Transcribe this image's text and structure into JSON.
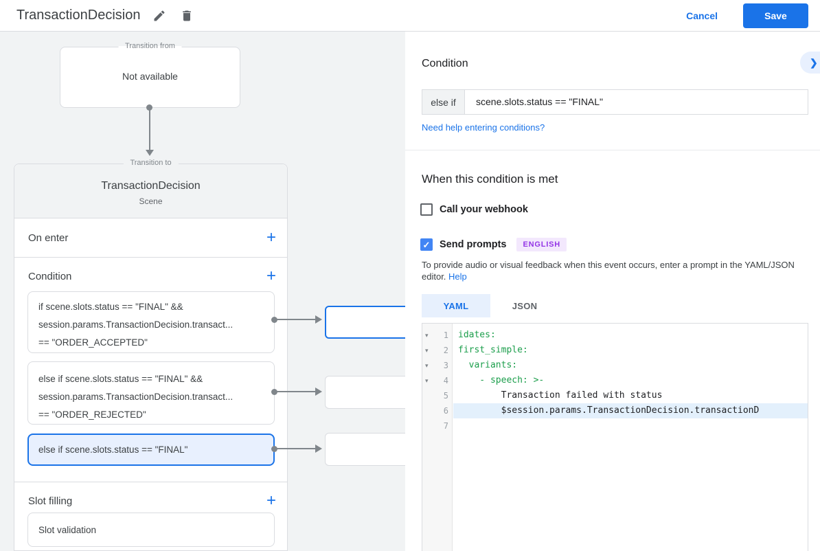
{
  "colors": {
    "accent_blue": "#1a73e8",
    "checkbox_blue": "#4285f4",
    "selected_card_bg": "#e8f0fe",
    "badge_bg": "#f3e8fd",
    "badge_text": "#9334e6",
    "code_green": "#1b9e4b",
    "border_gray": "#dadce0",
    "canvas_bg": "#f1f3f4"
  },
  "topbar": {
    "title": "TransactionDecision",
    "cancel_label": "Cancel",
    "save_label": "Save"
  },
  "flow": {
    "from": {
      "legend": "Transition from",
      "content": "Not available"
    },
    "to": {
      "legend": "Transition to",
      "title": "TransactionDecision",
      "subtitle": "Scene",
      "on_enter_label": "On enter",
      "condition_label": "Condition",
      "cards": [
        {
          "lines": [
            "if scene.slots.status == \"FINAL\" &&",
            "session.params.TransactionDecision.transact...",
            "== \"ORDER_ACCEPTED\""
          ],
          "selected": false
        },
        {
          "lines": [
            "else if scene.slots.status == \"FINAL\" &&",
            "session.params.TransactionDecision.transact...",
            "== \"ORDER_REJECTED\""
          ],
          "selected": false
        },
        {
          "lines": [
            "else if scene.slots.status == \"FINAL\""
          ],
          "selected": true
        }
      ],
      "slot_filling_label": "Slot filling",
      "slot_card_label": "Slot validation"
    }
  },
  "panel": {
    "heading": "Condition",
    "condition_row": {
      "prefix": "else if",
      "value": "scene.slots.status == \"FINAL\""
    },
    "help_link": "Need help entering conditions?",
    "when_heading": "When this condition is met",
    "webhook": {
      "label": "Call your webhook",
      "checked": false
    },
    "send_prompts": {
      "label": "Send prompts",
      "checked": true,
      "badge": "ENGLISH"
    },
    "description": "To provide audio or visual feedback when this event occurs, enter a prompt in the YAML/JSON editor.",
    "description_help": "Help",
    "tabs": [
      {
        "label": "YAML",
        "active": true
      },
      {
        "label": "JSON",
        "active": false
      }
    ],
    "editor": {
      "lines": [
        {
          "num": "1",
          "text": "idates:",
          "type": "key",
          "fold": true
        },
        {
          "num": "2",
          "text": "first_simple:",
          "type": "key",
          "fold": true
        },
        {
          "num": "3",
          "text": "  variants:",
          "type": "key",
          "fold": true
        },
        {
          "num": "4",
          "text": "    - speech: >-",
          "type": "key",
          "fold": true
        },
        {
          "num": "5",
          "text": "        Transaction failed with status",
          "type": "plain",
          "fold": false
        },
        {
          "num": "6",
          "text": "        $session.params.TransactionDecision.transactionD",
          "type": "plain",
          "fold": false,
          "highlighted": true
        },
        {
          "num": "7",
          "text": "",
          "type": "plain",
          "fold": false
        }
      ]
    }
  },
  "icons": {
    "add": "+",
    "chevron_right": "❯",
    "check": "✓",
    "fold": "▾"
  }
}
